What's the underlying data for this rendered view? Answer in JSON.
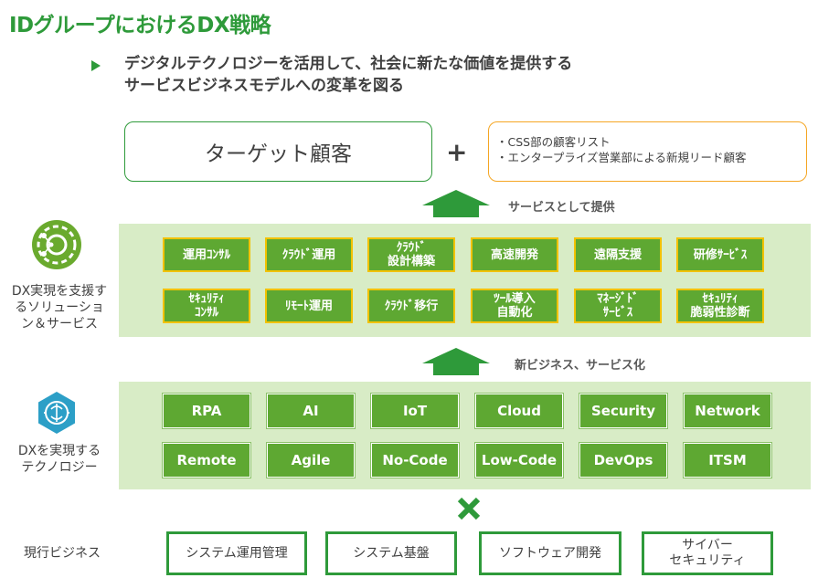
{
  "title": "IDグループにおけるDX戦略",
  "lead": {
    "line1": "デジタルテクノロジーを活用して、社会に新たな価値を提供する",
    "line2": "サービスビジネスモデルへの変革を図る"
  },
  "target": {
    "label": "ターゲット顧客",
    "plus": "+",
    "notes": [
      "・CSS部の顧客リスト",
      "・エンタープライズ営業部による新規リード顧客"
    ]
  },
  "arrows": {
    "upper": "サービスとして提供",
    "lower": "新ビジネス、サービス化"
  },
  "services": {
    "label_line1": "DX実現を支援す",
    "label_line2": "るソリューショ",
    "label_line3": "ン＆サービス",
    "row1": [
      {
        "l1": "運用ｺﾝｻﾙ",
        "l2": ""
      },
      {
        "l1": "ｸﾗｳﾄﾞ運用",
        "l2": ""
      },
      {
        "l1": "ｸﾗｳﾄﾞ",
        "l2": "設計構築"
      },
      {
        "l1": "高速開発",
        "l2": ""
      },
      {
        "l1": "遠隔支援",
        "l2": ""
      },
      {
        "l1": "研修ｻｰﾋﾞｽ",
        "l2": ""
      }
    ],
    "row2": [
      {
        "l1": "ｾｷｭﾘﾃｨ",
        "l2": "ｺﾝｻﾙ"
      },
      {
        "l1": "ﾘﾓｰﾄ運用",
        "l2": ""
      },
      {
        "l1": "ｸﾗｳﾄﾞ移行",
        "l2": ""
      },
      {
        "l1": "ﾂｰﾙ導入",
        "l2": "自動化"
      },
      {
        "l1": "ﾏﾈｰｼﾞﾄﾞ",
        "l2": "ｻｰﾋﾞｽ"
      },
      {
        "l1": "ｾｷｭﾘﾃｨ",
        "l2": "脆弱性診断"
      }
    ]
  },
  "technologies": {
    "label_line1": "DXを実現する",
    "label_line2": "テクノロジー",
    "row1": [
      "RPA",
      "AI",
      "IoT",
      "Cloud",
      "Security",
      "Network"
    ],
    "row2": [
      "Remote",
      "Agile",
      "No-Code",
      "Low-Code",
      "DevOps",
      "ITSM"
    ]
  },
  "current_business": {
    "label": "現行ビジネス",
    "items": [
      {
        "l1": "システム運用管理",
        "l2": ""
      },
      {
        "l1": "システム基盤",
        "l2": ""
      },
      {
        "l1": "ソフトウェア開発",
        "l2": ""
      },
      {
        "l1": "サイバー",
        "l2": "セキュリティ"
      }
    ]
  },
  "colors": {
    "brand_green": "#2e9a3a",
    "tile_green": "#5ea832",
    "band_green": "#d8ecc6",
    "tile_border_yellow": "#f2c200",
    "note_border_orange": "#f5a623",
    "icon_teal": "#2c9fc7"
  },
  "icons": {
    "services": "gear-network-icon",
    "technologies": "chip-brain-icon",
    "combine": "cross-icon"
  }
}
